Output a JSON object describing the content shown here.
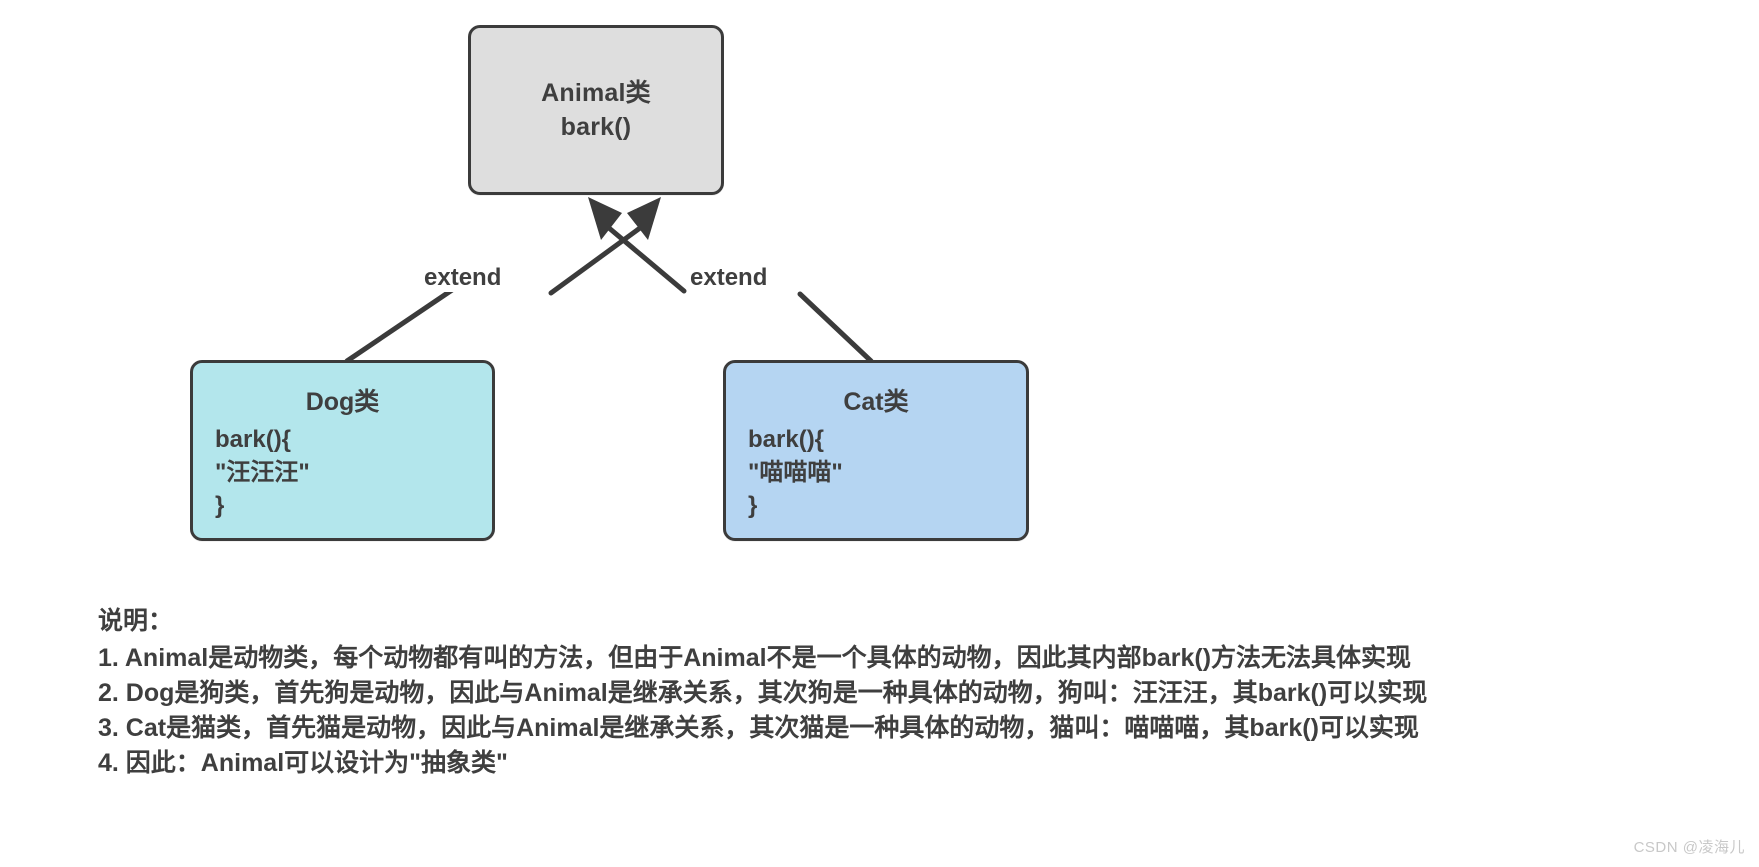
{
  "diagram": {
    "type": "uml-class-inheritance",
    "background_color": "#ffffff",
    "line_color": "#3b3b3b",
    "text_color": "#3f3f3f",
    "boxes": {
      "animal": {
        "name": "Animal类",
        "member": "bark()",
        "fill_color": "#dedede"
      },
      "dog": {
        "title": "Dog类",
        "line1": "bark(){",
        "line2": "\"汪汪汪\"",
        "line3": "}",
        "fill_color": "#b3e6ec"
      },
      "cat": {
        "title": "Cat类",
        "line1": "bark(){",
        "line2": "\"喵喵喵\"",
        "line3": "}",
        "fill_color": "#b5d5f2"
      }
    },
    "edges": {
      "dog_to_animal_label": "extend",
      "cat_to_animal_label": "extend"
    }
  },
  "notes": {
    "heading": "说明：",
    "items": [
      "1. Animal是动物类，每个动物都有叫的方法，但由于Animal不是一个具体的动物，因此其内部bark()方法无法具体实现",
      "2. Dog是狗类，首先狗是动物，因此与Animal是继承关系，其次狗是一种具体的动物，狗叫：汪汪汪，其bark()可以实现",
      "3. Cat是猫类，首先猫是动物，因此与Animal是继承关系，其次猫是一种具体的动物，猫叫：喵喵喵，其bark()可以实现",
      "4. 因此：Animal可以设计为\"抽象类\""
    ]
  },
  "watermark": {
    "text": "CSDN @凌海儿"
  }
}
